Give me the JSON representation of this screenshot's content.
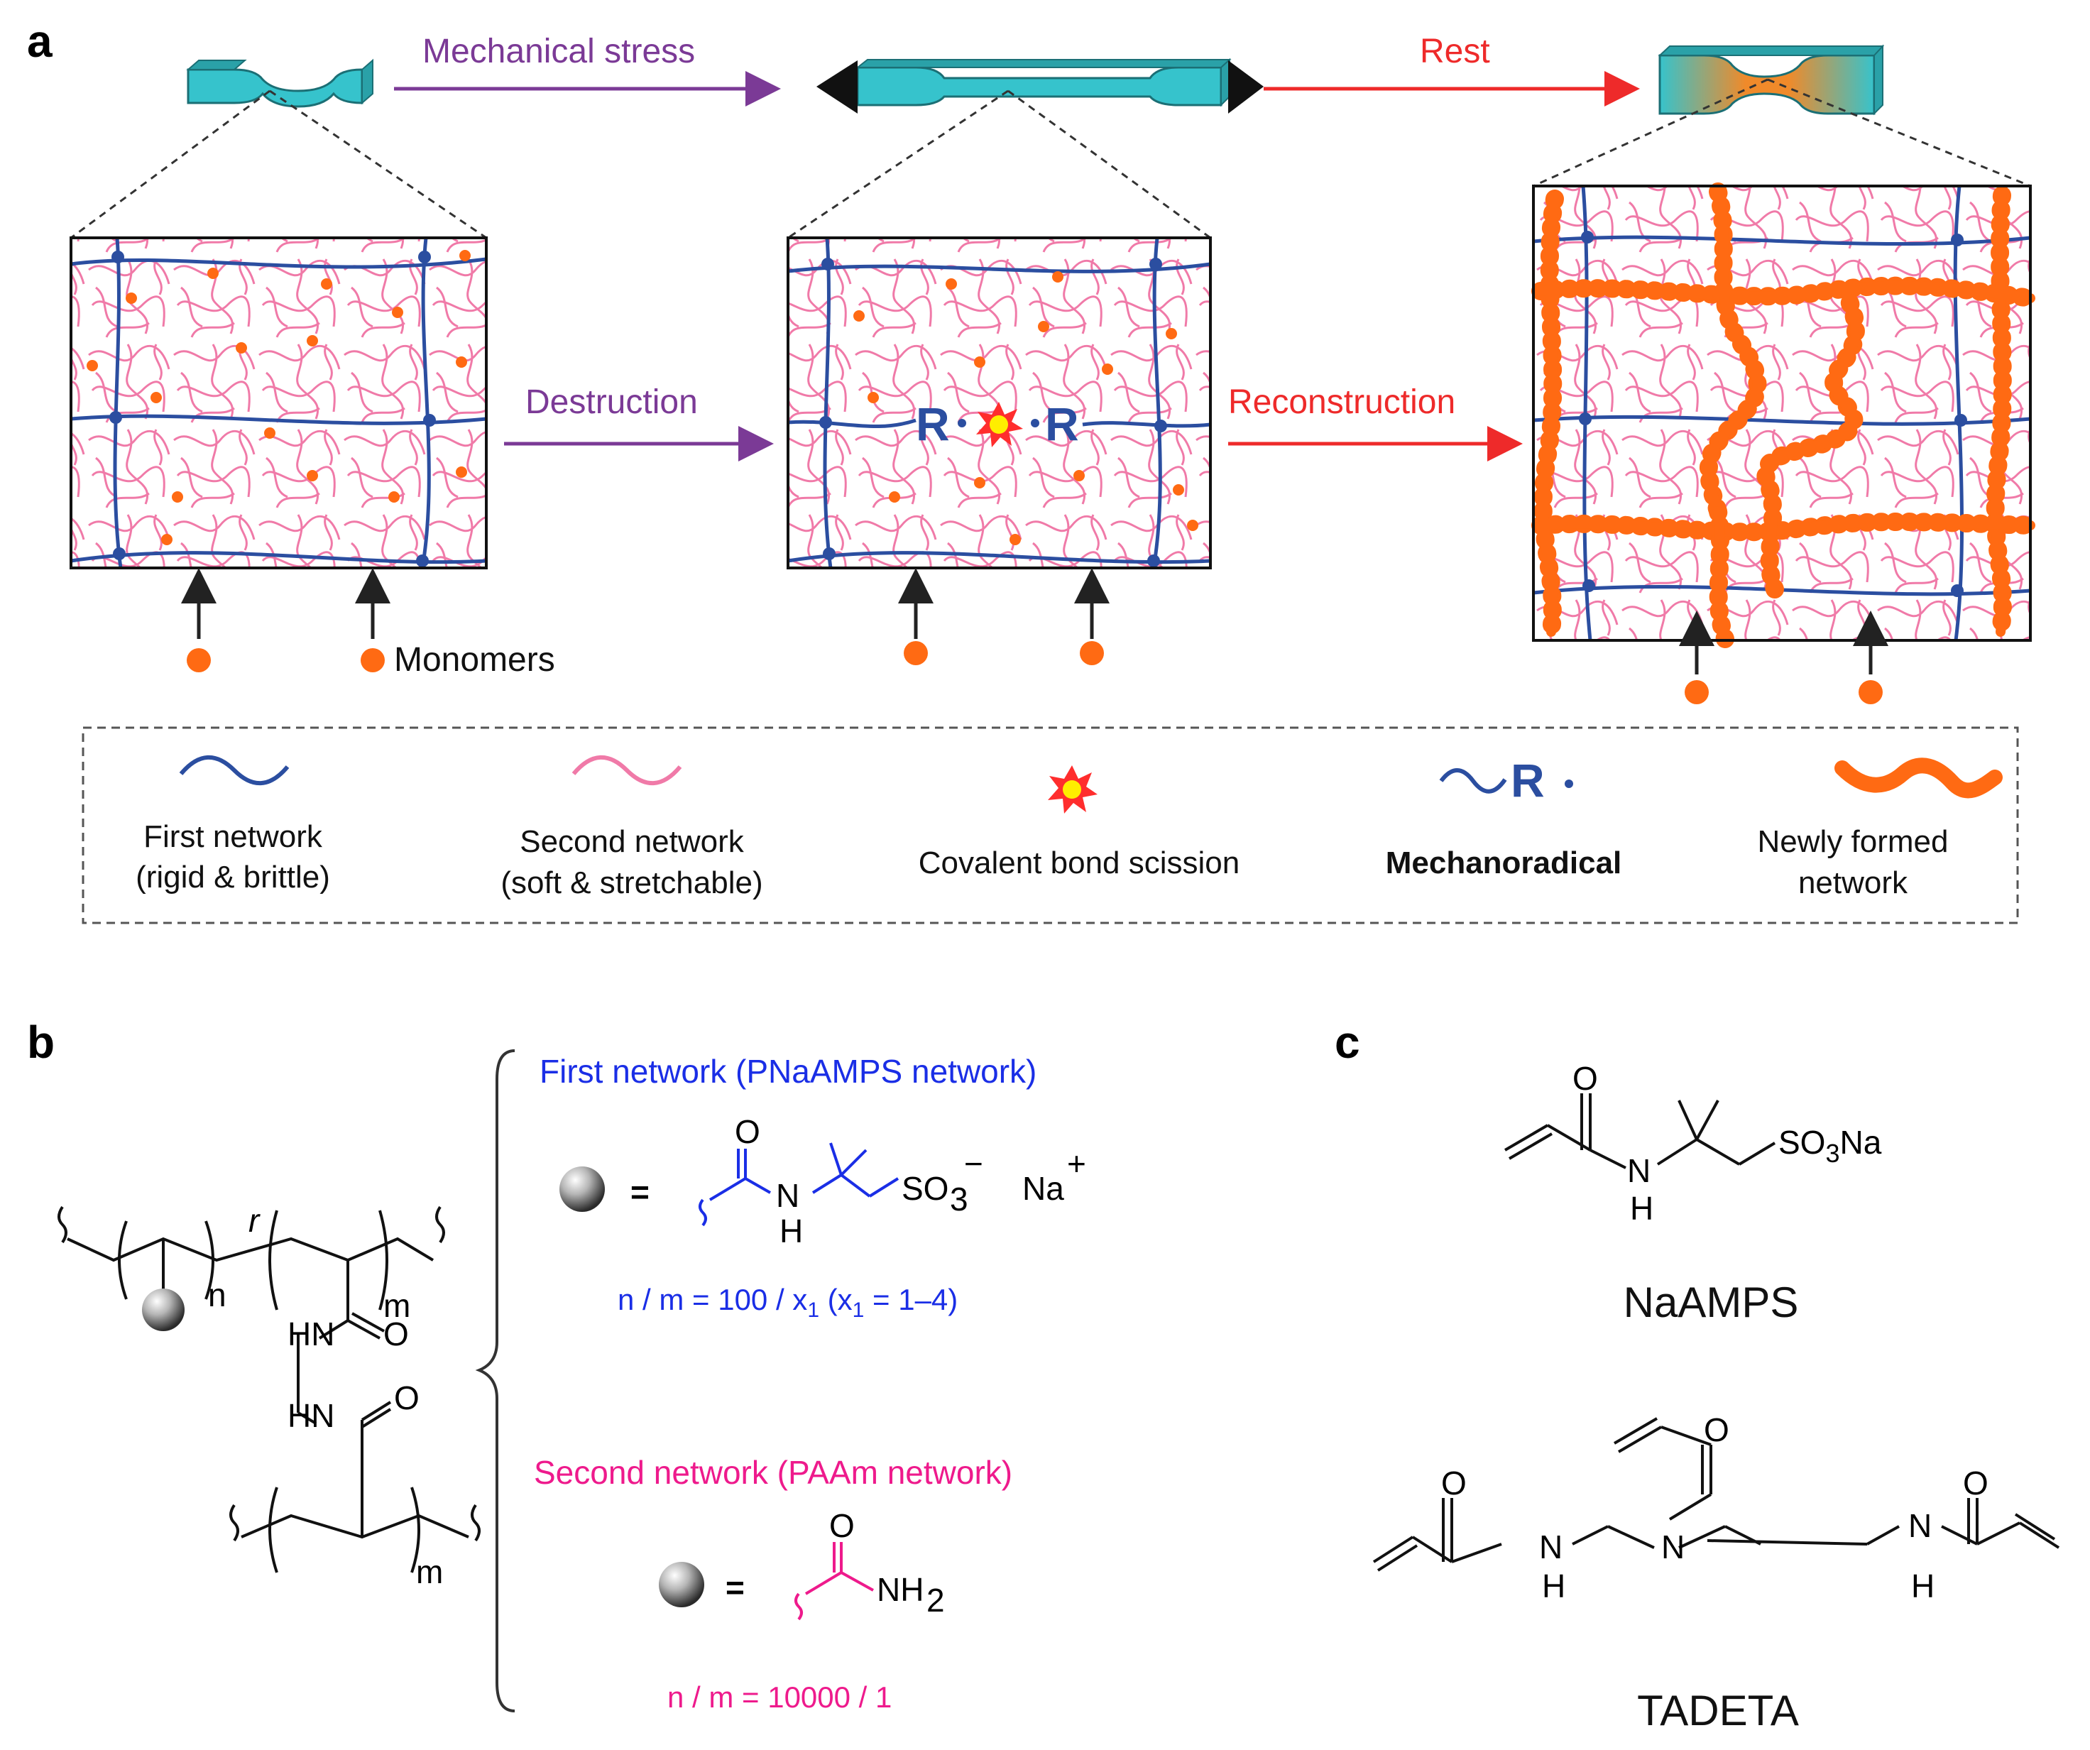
{
  "panel_a": {
    "letter": "a",
    "arrow_mechanical_stress": "Mechanical stress",
    "arrow_rest": "Rest",
    "arrow_destruction": "Destruction",
    "arrow_reconstruction": "Reconstruction",
    "monomers_label": "Monomers",
    "radical_symbol": "R",
    "legend": {
      "first_network_line1": "First network",
      "first_network_line2": "(rigid & brittle)",
      "second_network_line1": "Second network",
      "second_network_line2": "(soft & stretchable)",
      "scission": "Covalent bond scission",
      "mechanoradical": "Mechanoradical",
      "new_network_line1": "Newly formed",
      "new_network_line2": "network",
      "mechanoradical_symbol": "R"
    },
    "colors": {
      "first_network": "#2b4ea0",
      "second_network": "#f07aa8",
      "monomer": "#ff6a13",
      "new_network": "#ff6a13",
      "mechanical_stress_arrow": "#7b3a96",
      "rest_arrow": "#ee2a2a",
      "specimen": "#36c3cc"
    }
  },
  "panel_b": {
    "letter": "b",
    "first_network_title": "First network (PNaAMPS network)",
    "first_ratio_prefix": "n / m = 100 / x",
    "first_ratio_sub": "1",
    "first_ratio_suffix": " (x",
    "first_ratio_sub2": "1",
    "first_ratio_end": " = 1–4)",
    "second_network_title": "Second network (PAAm network)",
    "second_ratio": "n / m = 10000 / 1",
    "equals": "=",
    "so3": "SO",
    "so3_sub": "3",
    "so3_charge": "−",
    "na": "Na",
    "na_charge": "+",
    "n_atom": "N",
    "h_atom": "H",
    "o_atom": "O",
    "nh2": "NH",
    "nh2_sub": "2",
    "hn": "HN",
    "sub_n": "n",
    "sub_m": "m",
    "sub_r": "r",
    "colors": {
      "first": "#1a2ee6",
      "second": "#ee1a8c"
    }
  },
  "panel_c": {
    "letter": "c",
    "naamps_name": "NaAMPS",
    "tadeta_name": "TADETA",
    "so3na": "SO",
    "so3na_sub": "3",
    "so3na_end": "Na",
    "o_atom": "O",
    "n_atom": "N",
    "h_atom": "H"
  }
}
